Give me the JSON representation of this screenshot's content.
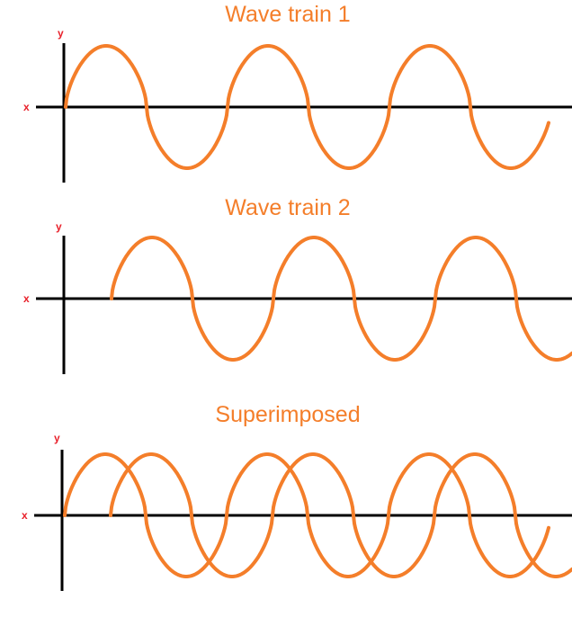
{
  "colors": {
    "wave": "#f47e2a",
    "title": "#f47e2a",
    "axis": "#000000",
    "axis_label": "#e8202a"
  },
  "panels": [
    {
      "title": "Wave train 1",
      "x_label": "x",
      "y_label": "y"
    },
    {
      "title": "Wave train 2",
      "x_label": "x",
      "y_label": "y"
    },
    {
      "title": "Superimposed",
      "x_label": "x",
      "y_label": "y"
    }
  ]
}
